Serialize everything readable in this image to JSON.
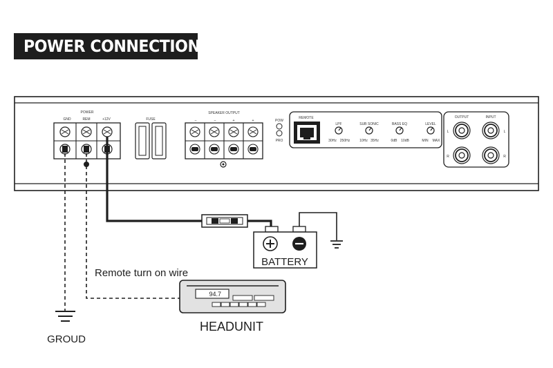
{
  "title": "POWER CONNECTIONS",
  "amp": {
    "power_label": "POWER",
    "terminals": [
      "GND",
      "REM",
      "+12V"
    ],
    "fuse_label": "FUSE",
    "speaker_output_label": "SPEAKER  OUTPUT",
    "speaker_polarity": [
      "−",
      "−",
      "+",
      "+"
    ],
    "pow_label": "POW",
    "pro_label": "PRO",
    "remote_label": "REMOTE",
    "knobs": [
      {
        "name": "LPF",
        "min": "30Hz",
        "max": "250Hz"
      },
      {
        "name": "SUB SONIC",
        "min": "10Hz",
        "max": "35Hz"
      },
      {
        "name": "BASS EQ",
        "min": "0dB",
        "max": "10dB"
      },
      {
        "name": "LEVEL",
        "min": "MIN",
        "max": "MAX"
      }
    ],
    "output_label": "OUTPUT",
    "input_label": "INPUT",
    "channel_left": "L",
    "channel_right": "R"
  },
  "battery": {
    "label": "BATTERY",
    "positive": "⊕",
    "negative": "⊖"
  },
  "headunit": {
    "label": "HEADUNIT",
    "display": "94.7"
  },
  "remote_wire_label": "Remote turn on wire",
  "ground_label": "GROUD",
  "colors": {
    "line": "#1e1e1e",
    "title_bg": "#1e1e1e",
    "headunit_fill": "#e2e2e2",
    "panel_fill": "#ffffff"
  }
}
